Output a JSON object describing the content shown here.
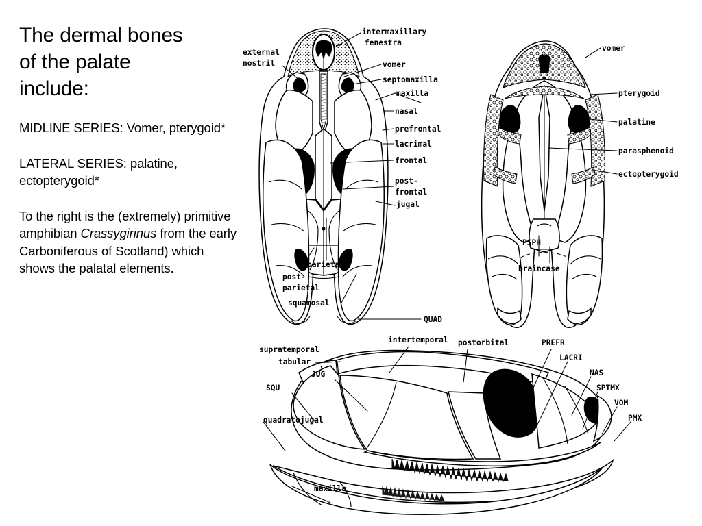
{
  "slide": {
    "title_lines": [
      "The dermal bones",
      "of the palate",
      "include:"
    ],
    "paragraphs": [
      {
        "id": "midline",
        "text": "MIDLINE SERIES:  Vomer, pterygoid*"
      },
      {
        "id": "lateral",
        "text": "LATERAL SERIES: palatine, ectopterygoid*"
      }
    ],
    "closing": {
      "part1": "To the right is the (extremely) primitive amphibian ",
      "genus": "Crassygirinus",
      "part2": " from the early Carboniferous of Scotland) which shows the palatal elements."
    }
  },
  "figures": {
    "dorsal_skull": {
      "caption_id": "dorsal-skull-view",
      "labels": [
        {
          "id": "intermaxillary-fenestra",
          "line1": "intermaxillary",
          "line2": "fenestra"
        },
        {
          "id": "external-nostril",
          "line1": "external",
          "line2": "nostril"
        },
        {
          "id": "vomer",
          "line1": "vomer"
        },
        {
          "id": "septomaxilla",
          "line1": "septomaxilla"
        },
        {
          "id": "maxilla",
          "line1": "maxilla"
        },
        {
          "id": "nasal",
          "line1": "nasal"
        },
        {
          "id": "prefrontal",
          "line1": "prefrontal"
        },
        {
          "id": "lacrimal",
          "line1": "lacrimal"
        },
        {
          "id": "frontal",
          "line1": "frontal"
        },
        {
          "id": "postfrontal",
          "line1": "post-",
          "line2": "frontal"
        },
        {
          "id": "jugal",
          "line1": "jugal"
        },
        {
          "id": "parietal",
          "line1": "parietal"
        },
        {
          "id": "postparietal",
          "line1": "post-",
          "line2": "parietal"
        },
        {
          "id": "squamosal",
          "line1": "squamosal"
        },
        {
          "id": "quad",
          "line1": "QUAD"
        }
      ]
    },
    "palatal_skull": {
      "caption_id": "palatal-skull-view",
      "labels": [
        {
          "id": "vomer",
          "line1": "vomer"
        },
        {
          "id": "pterygoid",
          "line1": "pterygoid"
        },
        {
          "id": "palatine",
          "line1": "palatine"
        },
        {
          "id": "parasphenoid",
          "line1": "parasphenoid"
        },
        {
          "id": "ectopterygoid",
          "line1": "ectopterygoid"
        },
        {
          "id": "psph",
          "line1": "PSPH"
        },
        {
          "id": "braincase",
          "line1": "braincase"
        }
      ]
    },
    "lateral_skull": {
      "caption_id": "lateral-skull-view",
      "labels": [
        {
          "id": "intertemporal",
          "line1": "intertemporal"
        },
        {
          "id": "supratemporal",
          "line1": "supratemporal"
        },
        {
          "id": "tabular",
          "line1": "tabular"
        },
        {
          "id": "postorbital",
          "line1": "postorbital"
        },
        {
          "id": "prefr",
          "line1": "PREFR"
        },
        {
          "id": "lacri",
          "line1": "LACRI"
        },
        {
          "id": "nas",
          "line1": "NAS"
        },
        {
          "id": "sptmx",
          "line1": "SPTMX"
        },
        {
          "id": "vom",
          "line1": "VOM"
        },
        {
          "id": "pmx",
          "line1": "PMX"
        },
        {
          "id": "jug",
          "line1": "JUG"
        },
        {
          "id": "squ",
          "line1": "SQU"
        },
        {
          "id": "quadratojugal",
          "line1": "quadratojugal"
        },
        {
          "id": "maxilla",
          "line1": "maxilla"
        }
      ]
    }
  },
  "colors": {
    "background": "#ffffff",
    "ink": "#000000",
    "fill_light": "#f2f2f2"
  }
}
